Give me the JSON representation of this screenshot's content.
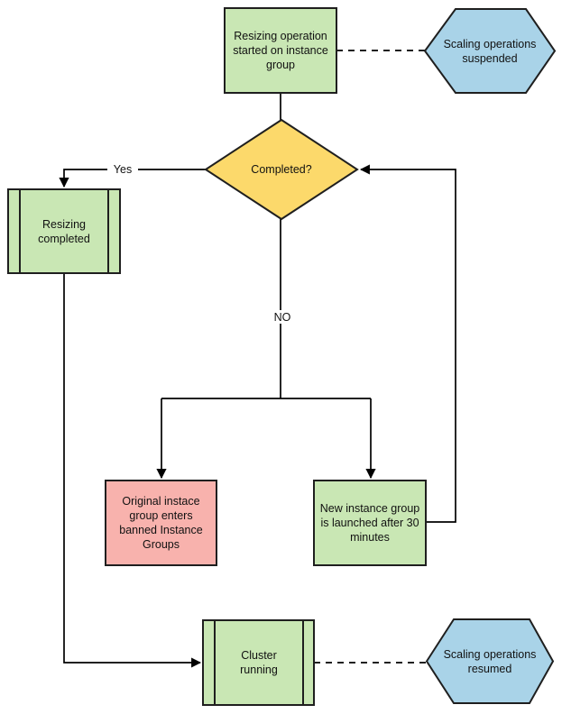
{
  "diagram": {
    "nodes": {
      "start": {
        "label": "Resizing operation started on instance group",
        "shape": "process"
      },
      "suspended": {
        "label": "Scaling operations suspended",
        "shape": "hexagon"
      },
      "completed": {
        "label": "Completed?",
        "shape": "decision"
      },
      "resizing_completed": {
        "label": "Resizing completed",
        "shape": "predefined-process"
      },
      "banned": {
        "label": "Original instace group enters banned Instance Groups",
        "shape": "process"
      },
      "new_group": {
        "label": "New instance group is launched after 30 minutes",
        "shape": "process"
      },
      "cluster": {
        "label": "Cluster running",
        "shape": "predefined-process"
      },
      "resumed": {
        "label": "Scaling operations resumed",
        "shape": "hexagon"
      }
    },
    "edge_labels": {
      "yes": "Yes",
      "no": "NO"
    },
    "colors": {
      "green": "#c9e7b4",
      "blue": "#a9d3e8",
      "yellow": "#fcd96b",
      "pink": "#f8b2ad"
    }
  }
}
